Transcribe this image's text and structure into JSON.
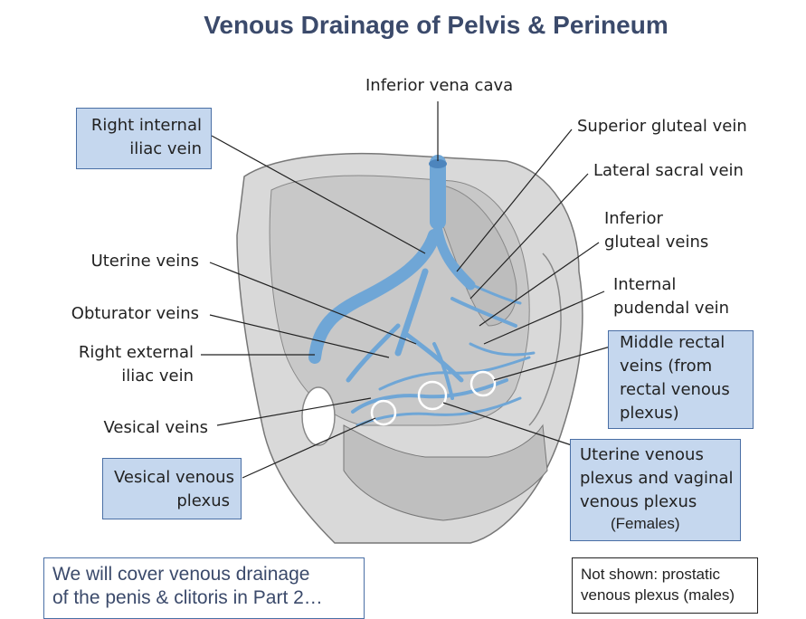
{
  "title": "Venous Drainage of Pelvis & Perineum",
  "labels": {
    "ivc": "Inferior vena cava",
    "superior_gluteal": "Superior gluteal vein",
    "lateral_sacral": "Lateral sacral vein",
    "inferior_gluteal_1": "Inferior",
    "inferior_gluteal_2": "gluteal veins",
    "internal_pudendal_1": "Internal",
    "internal_pudendal_2": "pudendal vein",
    "uterine_veins": "Uterine veins",
    "obturator_veins": "Obturator veins",
    "right_external_1": "Right external",
    "right_external_2": "iliac vein",
    "vesical_veins": "Vesical veins"
  },
  "boxes": {
    "right_internal_1": "Right internal",
    "right_internal_2": "iliac vein",
    "middle_rectal_1": "Middle rectal",
    "middle_rectal_2": "veins (from",
    "middle_rectal_3": "rectal venous",
    "middle_rectal_4": "plexus)",
    "uterine_plexus_1": "Uterine venous",
    "uterine_plexus_2": "plexus and vaginal",
    "uterine_plexus_3": "venous plexus",
    "uterine_plexus_4": "(Females)",
    "vesical_plexus_1": "Vesical venous",
    "vesical_plexus_2": "plexus"
  },
  "notes": {
    "not_shown_1": "Not shown: prostatic",
    "not_shown_2": "venous plexus (males)",
    "cover_1": "We will cover venous drainage",
    "cover_2": "of the penis & clitoris in Part 2…"
  },
  "colors": {
    "vein": "#6fa6d6",
    "vein_outline": "#3c6e9e",
    "box_fill": "#c5d7ee",
    "title": "#3b4a6b"
  }
}
